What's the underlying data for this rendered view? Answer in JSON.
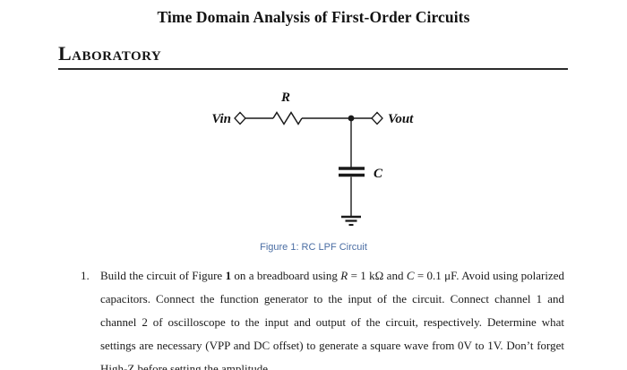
{
  "page": {
    "title": "Time Domain Analysis of First-Order Circuits",
    "section_heading": "Laboratory"
  },
  "figure": {
    "labels": {
      "vin": "Vin",
      "r": "R",
      "vout": "Vout",
      "c": "C"
    },
    "caption": "Figure 1: RC LPF Circuit",
    "caption_color": "#4a6da3",
    "line_color": "#1a1a1a"
  },
  "instructions": {
    "number": "1.",
    "segments": [
      "Build the circuit of Figure ",
      "1",
      " on a breadboard using ",
      "R",
      " = 1 kΩ and ",
      "C",
      " = 0.1 μF. Avoid using polarized capacitors. Connect the function generator to the input of the circuit. Connect channel 1 and channel 2 of oscilloscope to the input and output of the circuit, respectively. Determine what settings are necessary (VPP and DC offset) to generate a square wave from 0V to 1V. Don’t forget High-Z before setting the amplitude."
    ]
  }
}
